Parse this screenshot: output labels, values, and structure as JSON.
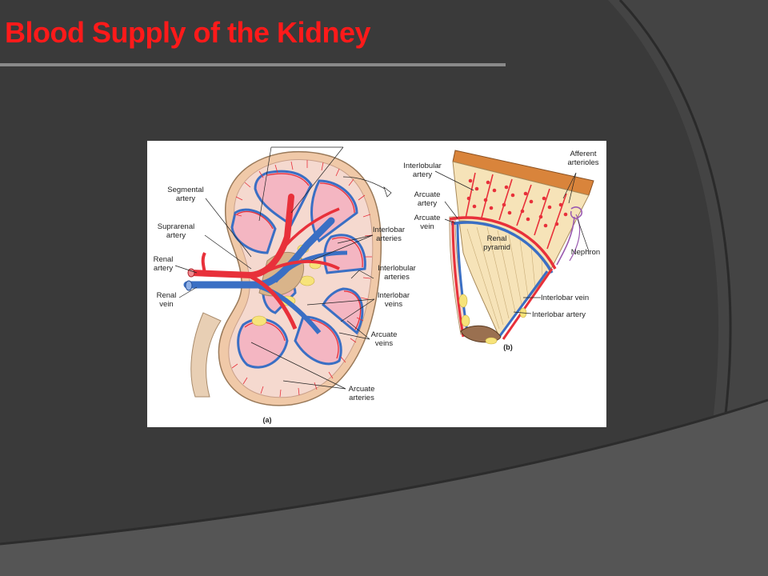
{
  "slide": {
    "title": "Blood Supply of the Kidney"
  },
  "figure": {
    "panel_a": {
      "caption": "(a)",
      "labels": {
        "segmental_artery": [
          "Segmental",
          "artery"
        ],
        "suprarenal_artery": [
          "Suprarenal",
          "artery"
        ],
        "renal_artery": [
          "Renal",
          "artery"
        ],
        "renal_vein": [
          "Renal",
          "vein"
        ],
        "interlobar_arteries": [
          "Interlobar",
          "arteries"
        ],
        "interlobular_arteries": [
          "Interlobular",
          "arteries"
        ],
        "interlobar_veins": [
          "Interlobar",
          "veins"
        ],
        "arcuate_veins": [
          "Arcuate",
          "veins"
        ],
        "arcuate_arteries": [
          "Arcuate",
          "arteries"
        ]
      }
    },
    "panel_b": {
      "caption": "(b)",
      "labels": {
        "interlobular_artery": [
          "Interlobular",
          "artery"
        ],
        "arcuate_artery": [
          "Arcuate",
          "artery"
        ],
        "arcuate_vein": [
          "Arcuate",
          "vein"
        ],
        "renal_pyramid": [
          "Renal",
          "pyramid"
        ],
        "afferent_arterioles": [
          "Afferent",
          "arterioles"
        ],
        "nephron": [
          "Nephron"
        ],
        "interlobar_vein": [
          "Interlobar vein"
        ],
        "interlobar_artery": [
          "Interlobar artery"
        ]
      }
    },
    "colors": {
      "artery": "#e8303a",
      "vein": "#3a6fc4",
      "cortex": "#f5d9cf",
      "pyramid": "#f4b6c2",
      "capsule": "#f0c9a8",
      "fat": "#f7e37a",
      "pyramid_b": "#f6e3b8",
      "capsule_b": "#d9843b"
    }
  }
}
